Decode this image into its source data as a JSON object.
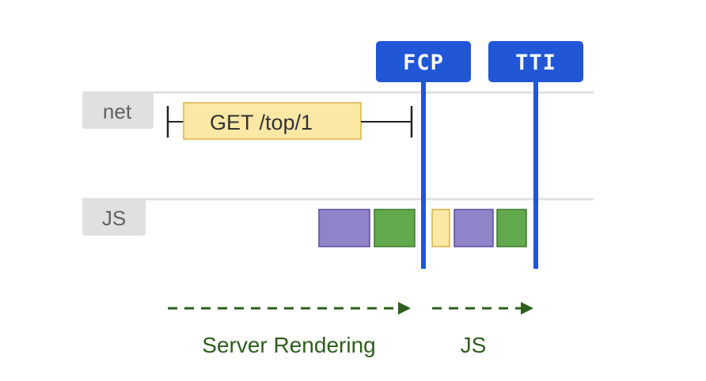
{
  "lanes": {
    "net": "net",
    "js": "JS"
  },
  "request": {
    "label": "GET /top/1",
    "fill": "#fce8a5",
    "stroke": "#d6b34a"
  },
  "markers": {
    "fcp": "FCP",
    "tti": "TTI",
    "color": "#2156d6"
  },
  "js_blocks": [
    {
      "kind": "purple",
      "fill": "#9183c9"
    },
    {
      "kind": "green",
      "fill": "#62a84d"
    },
    {
      "kind": "yellow",
      "fill": "#fce8a5"
    },
    {
      "kind": "purple",
      "fill": "#9183c9"
    },
    {
      "kind": "green",
      "fill": "#62a84d"
    }
  ],
  "phases": {
    "server_rendering": "Server Rendering",
    "js": "JS",
    "color": "#2e5e1e"
  },
  "colors": {
    "lane_line": "#e0e0e0",
    "lane_tag": "#e0e0e0",
    "timeline": "#222222"
  }
}
